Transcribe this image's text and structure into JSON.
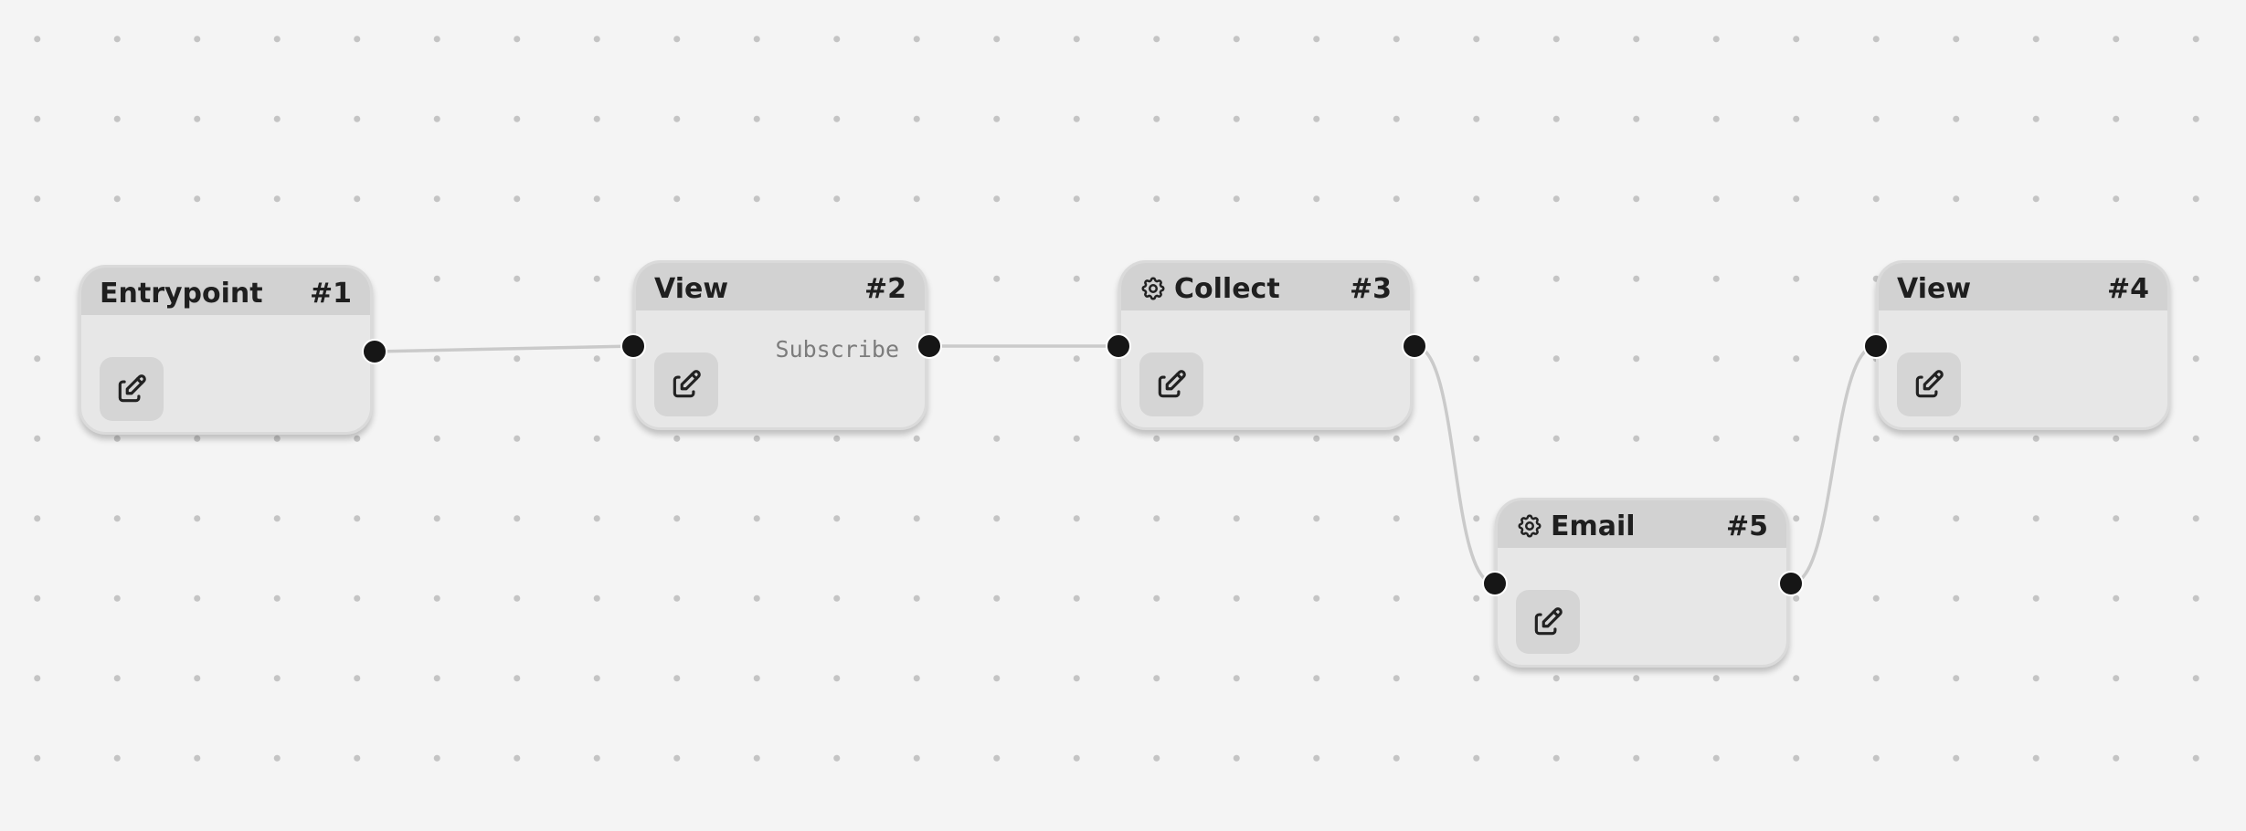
{
  "nodes": [
    {
      "id": "n1",
      "title": "Entrypoint",
      "number": "#1",
      "icon": "none",
      "output_label": ""
    },
    {
      "id": "n2",
      "title": "View",
      "number": "#2",
      "icon": "none",
      "output_label": "Subscribe"
    },
    {
      "id": "n3",
      "title": "Collect",
      "number": "#3",
      "icon": "gear-icon",
      "output_label": ""
    },
    {
      "id": "n4",
      "title": "View",
      "number": "#4",
      "icon": "none",
      "output_label": ""
    },
    {
      "id": "n5",
      "title": "Email",
      "number": "#5",
      "icon": "gear-icon",
      "output_label": ""
    }
  ],
  "edges": [
    {
      "from": "n1",
      "to": "n2"
    },
    {
      "from": "n2",
      "to": "n3"
    },
    {
      "from": "n3",
      "to": "n5"
    },
    {
      "from": "n5",
      "to": "n4"
    }
  ],
  "node_edit_icon": "edit-icon",
  "colors": {
    "canvas": "#f4f4f4",
    "node_body": "#e7e7e7",
    "node_header": "#d2d2d2",
    "port": "#161616",
    "edge": "#cacaca"
  }
}
